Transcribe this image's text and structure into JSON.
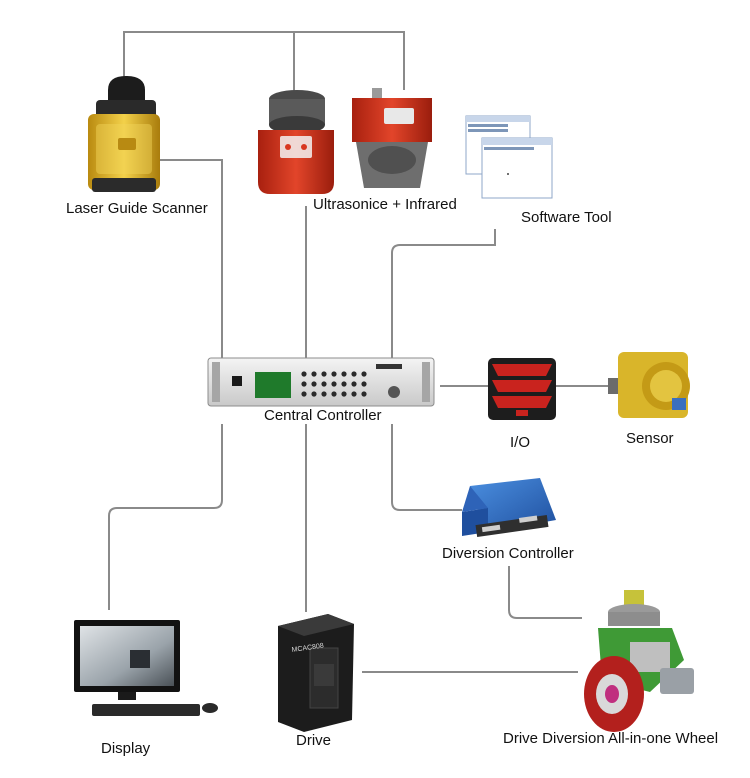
{
  "nodes": {
    "laser_scanner": {
      "label": "Laser Guide Scanner"
    },
    "ultrasonic": {
      "label": "Ultrasonice + Infrared"
    },
    "software": {
      "label": "Software Tool"
    },
    "controller": {
      "label": "Central Controller"
    },
    "io": {
      "label": "I/O"
    },
    "sensor": {
      "label": "Sensor"
    },
    "diversion": {
      "label": "Diversion Controller"
    },
    "display": {
      "label": "Display"
    },
    "drive": {
      "label": "Drive"
    },
    "wheel": {
      "label": "Drive Diversion All-in-one Wheel"
    }
  },
  "devices": {
    "drive_model": "MCAC808"
  },
  "colors": {
    "connector": "#8a8a8a",
    "scanner_body": "#e8b81f",
    "ultrasonic_body": "#d8361f",
    "diversion_body": "#2f6fc9",
    "wheel_tire": "#b3201d",
    "wheel_body": "#3f9a36",
    "sensor_body": "#d9b52a"
  }
}
